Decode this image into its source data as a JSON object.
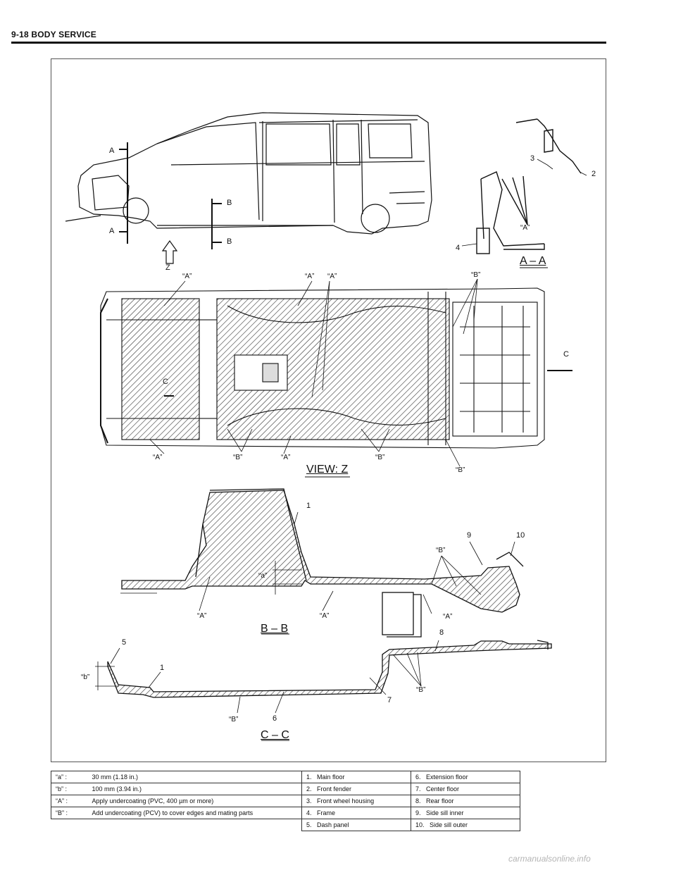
{
  "header": {
    "title": "9-18 BODY SERVICE"
  },
  "figure": {
    "section_titles": {
      "aa": "A – A",
      "view_z": "VIEW: Z",
      "bb": "B – B",
      "cc": "C – C"
    },
    "side_view_labels": {
      "a_top": "A",
      "a_bottom": "A",
      "b_top": "B",
      "b_bottom": "B",
      "z": "Z"
    },
    "aa_labels": {
      "n2": "2",
      "n3": "3",
      "n4": "4",
      "A": "“A”"
    },
    "view_z_labels": {
      "A1": "“A”",
      "A2": "“A”",
      "A3": "“A”",
      "A4": "“A”",
      "A5": "“A”",
      "B1": "“B”",
      "B2": "“B”",
      "B3": "“B”",
      "B4": "“B”",
      "C_left": "C",
      "C_right": "C"
    },
    "bb_labels": {
      "n1": "1",
      "n9": "9",
      "n10": "10",
      "a_dim": "“a”",
      "A1": "“A”",
      "A2": "“A”",
      "A3": "“A”",
      "B": "“B”"
    },
    "cc_labels": {
      "n5": "5",
      "n1": "1",
      "n6": "6",
      "n7": "7",
      "n8": "8",
      "b_dim": "“b”",
      "B1": "“B”",
      "B2": "“B”"
    }
  },
  "legend": {
    "rows": [
      {
        "key": "“a” :",
        "desc": "30 mm (1.18 in.)",
        "p1_num": "1.",
        "p1": "Main floor",
        "p2_num": "6.",
        "p2": "Extension floor"
      },
      {
        "key": "“b” :",
        "desc": "100 mm (3.94 in.)",
        "p1_num": "2.",
        "p1": "Front fender",
        "p2_num": "7.",
        "p2": "Center floor"
      },
      {
        "key": "“A” :",
        "desc": "Apply undercoating (PVC, 400 µm or more)",
        "p1_num": "3.",
        "p1": "Front wheel housing",
        "p2_num": "8.",
        "p2": "Rear floor"
      },
      {
        "key": "“B” :",
        "desc": "Add undercoating (PCV) to cover edges and mating parts",
        "p1_num": "4.",
        "p1": "Frame",
        "p2_num": "9.",
        "p2": "Side sill inner"
      },
      {
        "p1_num": "5.",
        "p1": "Dash panel",
        "p2_num": "10.",
        "p2": "Side sill outer"
      }
    ]
  },
  "watermark": "carmanualsonline.info"
}
